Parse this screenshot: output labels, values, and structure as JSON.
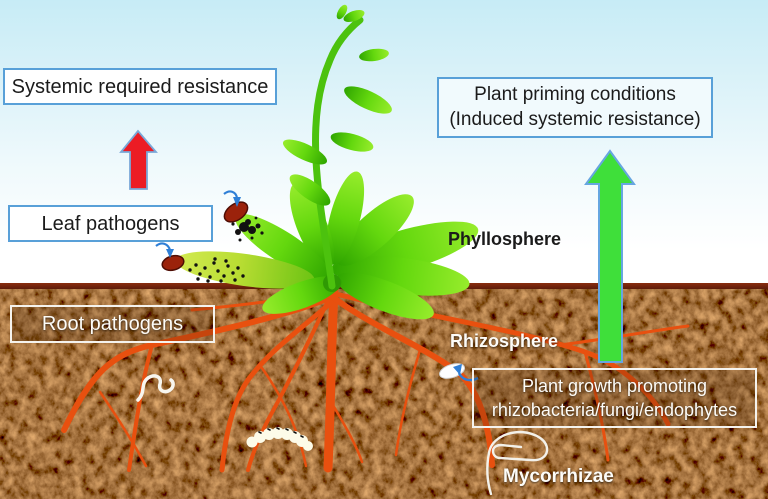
{
  "figure": {
    "annotations": {
      "systemic_resistance": "Systemic required resistance",
      "leaf_pathogens": "Leaf pathogens",
      "plant_priming_line1": "Plant priming conditions",
      "plant_priming_line2": "(Induced systemic resistance)",
      "root_pathogens": "Root pathogens",
      "pgpr_line1": "Plant growth promoting",
      "pgpr_line2": "rhizobacteria/fungi/endophytes",
      "phyllosphere": "Phyllosphere",
      "rhizosphere": "Rhizosphere",
      "mycorrhizae": "Mycorrhizae"
    },
    "graphics": [
      "arabidopsis-plant",
      "orange-root-system",
      "red-up-arrow",
      "green-up-arrow",
      "leaf-lesions-with-spores",
      "nematode-worm",
      "root-caterpillar",
      "rhizobacterium-cell",
      "mycorrhiza-outline-sketch",
      "blue-pointer-arrows"
    ],
    "colors": {
      "sky_top": "#c7ecf6",
      "sky_bottom": "#ffffff",
      "box_border_blue": "#58a0d8",
      "box_border_white": "#f5f3ee",
      "text_dark": "#1b1b1b",
      "text_white": "#fdfcf8",
      "soil_dark": "#1d0e04",
      "soil_band": "#8a2d10",
      "arrow_red": "#ec1c24",
      "arrow_green": "#3fdf3a",
      "arrow_outline": "#6ba3dd",
      "root_orange": "#e8500f",
      "leaf_green": "#64d80e",
      "lesion_red": "#9b220b",
      "mini_arrow_blue": "#2f7fd6"
    }
  }
}
